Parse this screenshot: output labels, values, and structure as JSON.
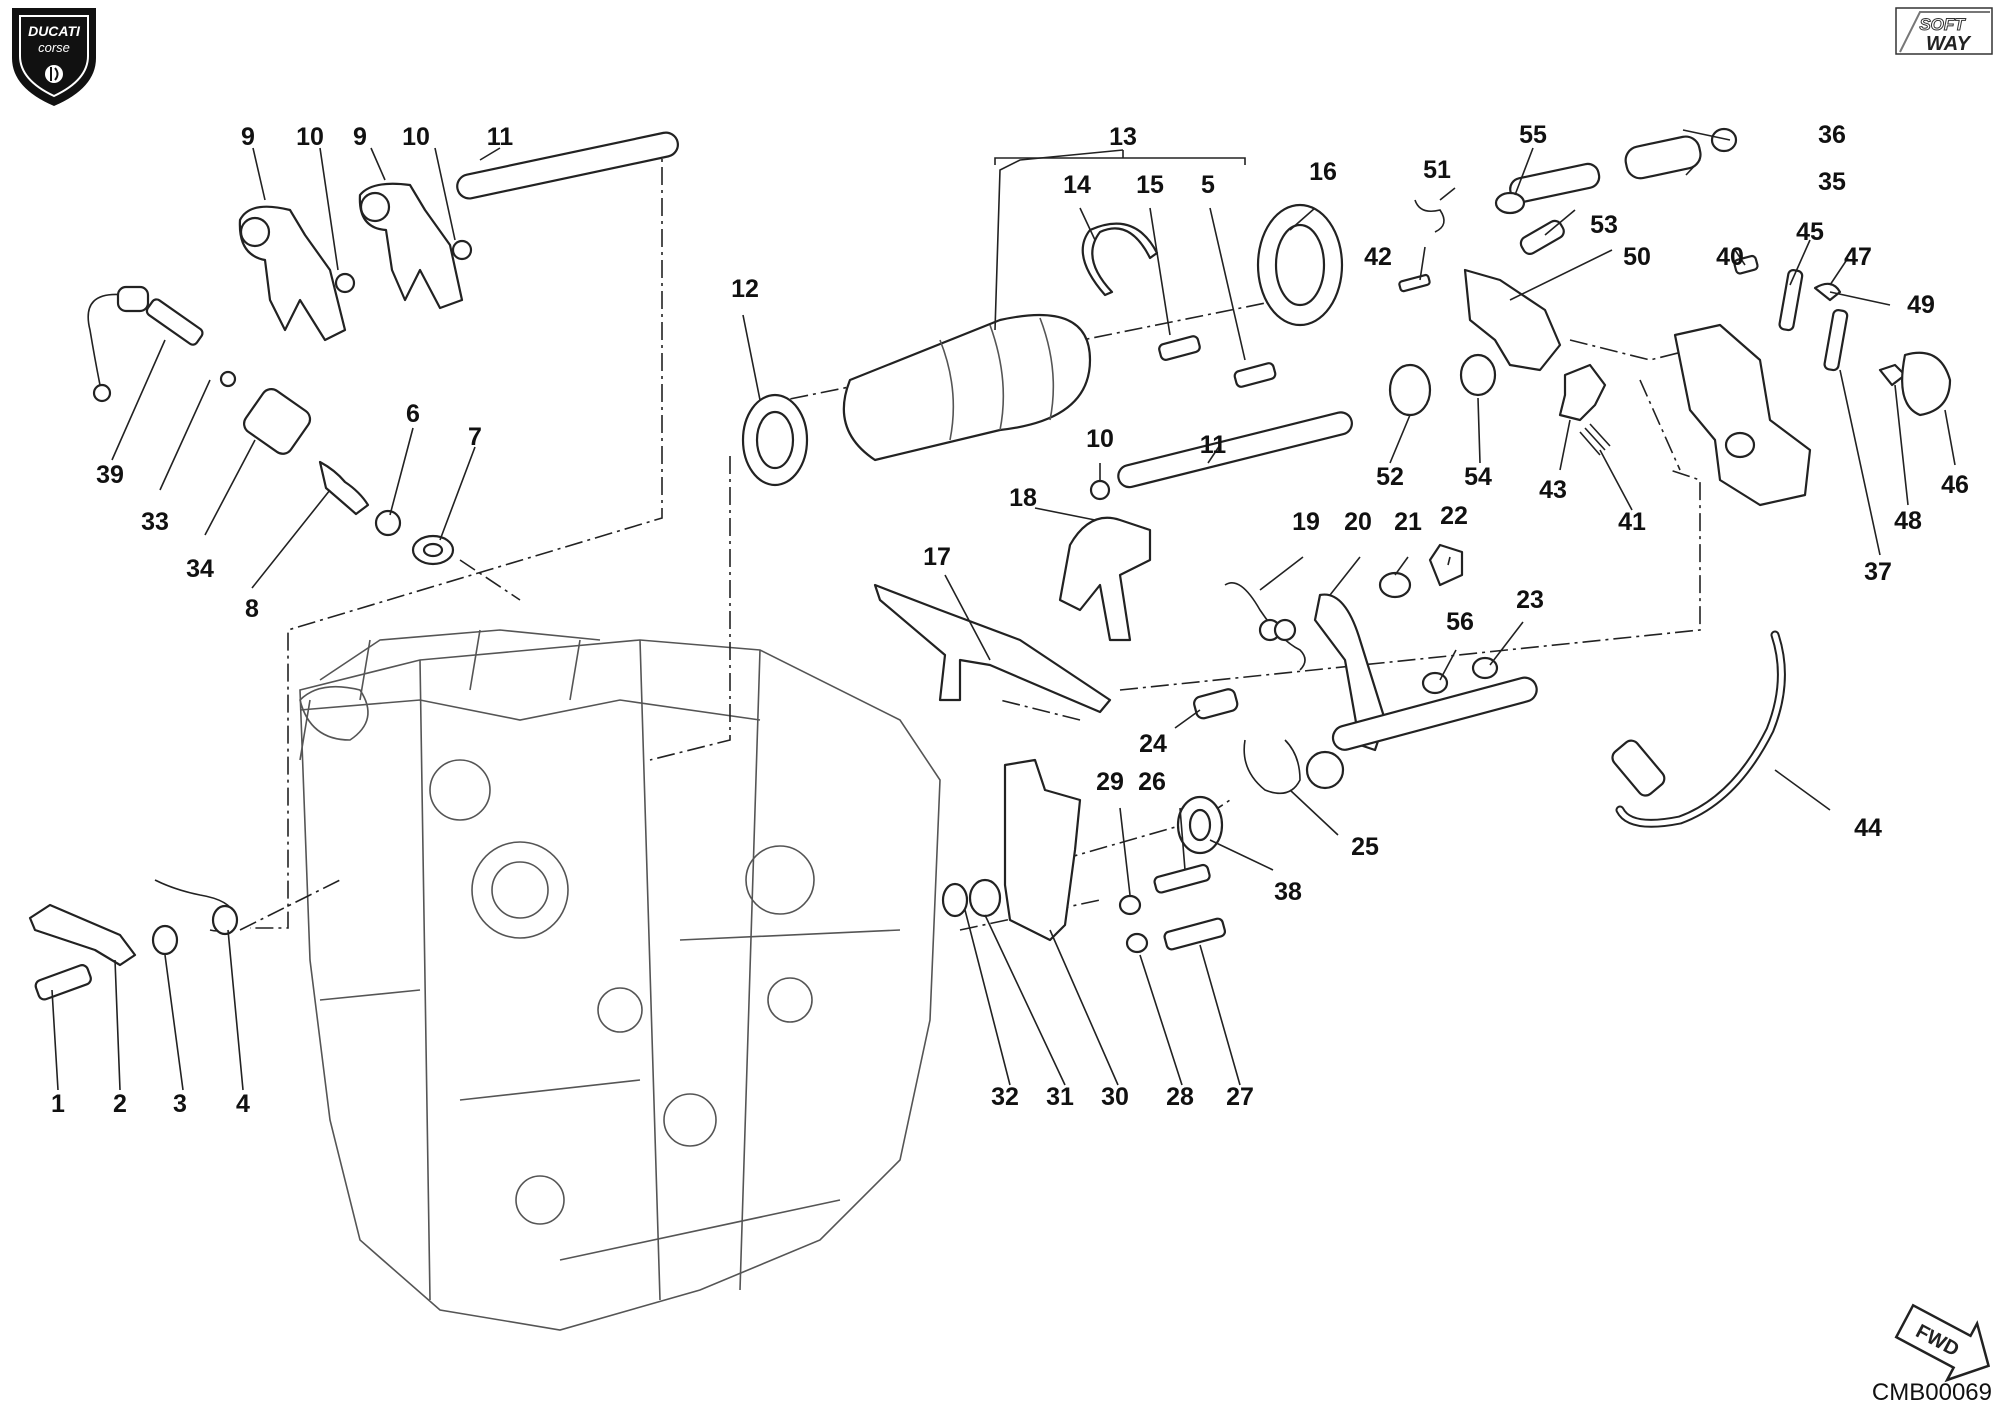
{
  "brand": {
    "logo_top": "DUCATI",
    "logo_bottom": "corse",
    "corner_logo_top": "SOFT",
    "corner_logo_bottom": "WAY"
  },
  "drawing_code": "CMB00069",
  "direction_marker": "FWD",
  "callouts": [
    "1",
    "2",
    "3",
    "4",
    "5",
    "6",
    "7",
    "8",
    "9",
    "10",
    "11",
    "12",
    "13",
    "14",
    "15",
    "16",
    "17",
    "18",
    "19",
    "20",
    "21",
    "22",
    "23",
    "24",
    "25",
    "26",
    "27",
    "28",
    "29",
    "30",
    "31",
    "32",
    "33",
    "34",
    "35",
    "36",
    "37",
    "38",
    "39",
    "40",
    "41",
    "42",
    "43",
    "44",
    "45",
    "46",
    "47",
    "48",
    "49",
    "50",
    "51",
    "52",
    "53",
    "54",
    "55",
    "56"
  ]
}
